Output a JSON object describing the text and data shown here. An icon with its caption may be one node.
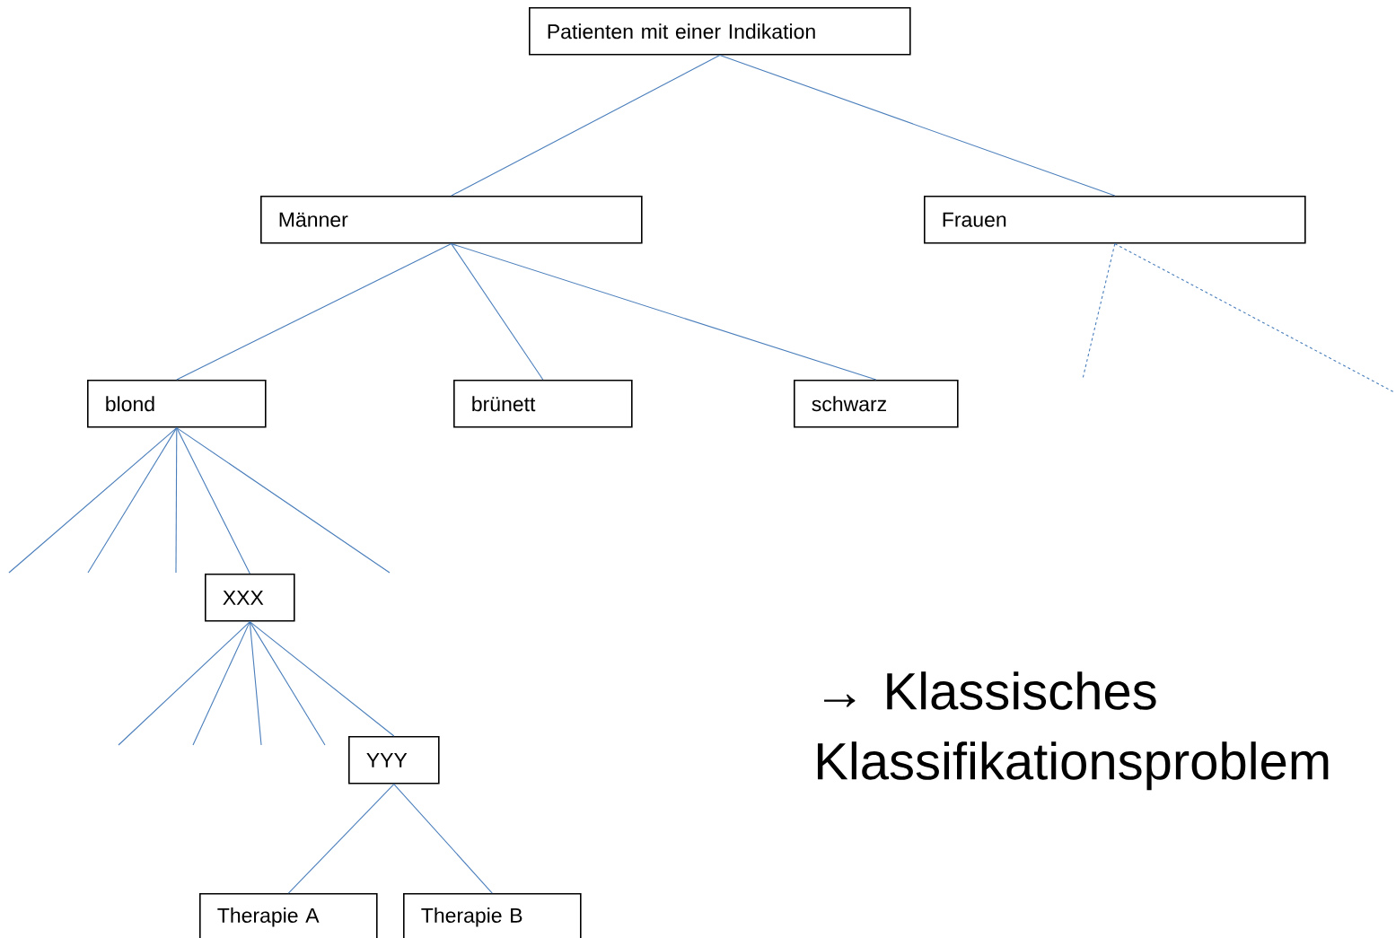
{
  "diagram": {
    "nodes": [
      {
        "text": [
          "Patienten mit einer Indikation"
        ]
      },
      {
        "text": [
          "Männer"
        ]
      },
      {
        "text": [
          "Frauen"
        ]
      },
      {
        "text": [
          "blond"
        ]
      },
      {
        "text": [
          "brünett"
        ]
      },
      {
        "text": [
          "schwarz"
        ]
      },
      {
        "text": [
          "XXX"
        ]
      },
      {
        "text": [
          "YYY"
        ]
      },
      {
        "text": [
          "Therapie A"
        ]
      },
      {
        "text": [
          "Therapie B"
        ]
      }
    ],
    "edges": [
      {
        "from": 0,
        "to": 1,
        "arrow": "none"
      },
      {
        "from": 0,
        "to": 2,
        "arrow": "none"
      },
      {
        "from": 1,
        "to": 3,
        "arrow": "none"
      },
      {
        "from": 1,
        "to": 4,
        "arrow": "none"
      },
      {
        "from": 1,
        "to": 5,
        "arrow": "none"
      },
      {
        "from": 2,
        "to": null,
        "arrow": "none",
        "style": "dashed"
      },
      {
        "from": 2,
        "to": null,
        "arrow": "none",
        "style": "dashed"
      },
      {
        "from": 3,
        "to": null,
        "arrow": "none"
      },
      {
        "from": 3,
        "to": null,
        "arrow": "none"
      },
      {
        "from": 3,
        "to": null,
        "arrow": "none"
      },
      {
        "from": 3,
        "to": 6,
        "arrow": "none"
      },
      {
        "from": 3,
        "to": null,
        "arrow": "none"
      },
      {
        "from": 6,
        "to": null,
        "arrow": "none"
      },
      {
        "from": 6,
        "to": null,
        "arrow": "none"
      },
      {
        "from": 6,
        "to": null,
        "arrow": "none"
      },
      {
        "from": 6,
        "to": null,
        "arrow": "none"
      },
      {
        "from": 6,
        "to": 7,
        "arrow": "none"
      },
      {
        "from": 7,
        "to": 8,
        "arrow": "none"
      },
      {
        "from": 7,
        "to": 9,
        "arrow": "none"
      }
    ],
    "labels": [
      "→ Klassisches Klassifikationsproblem"
    ]
  }
}
